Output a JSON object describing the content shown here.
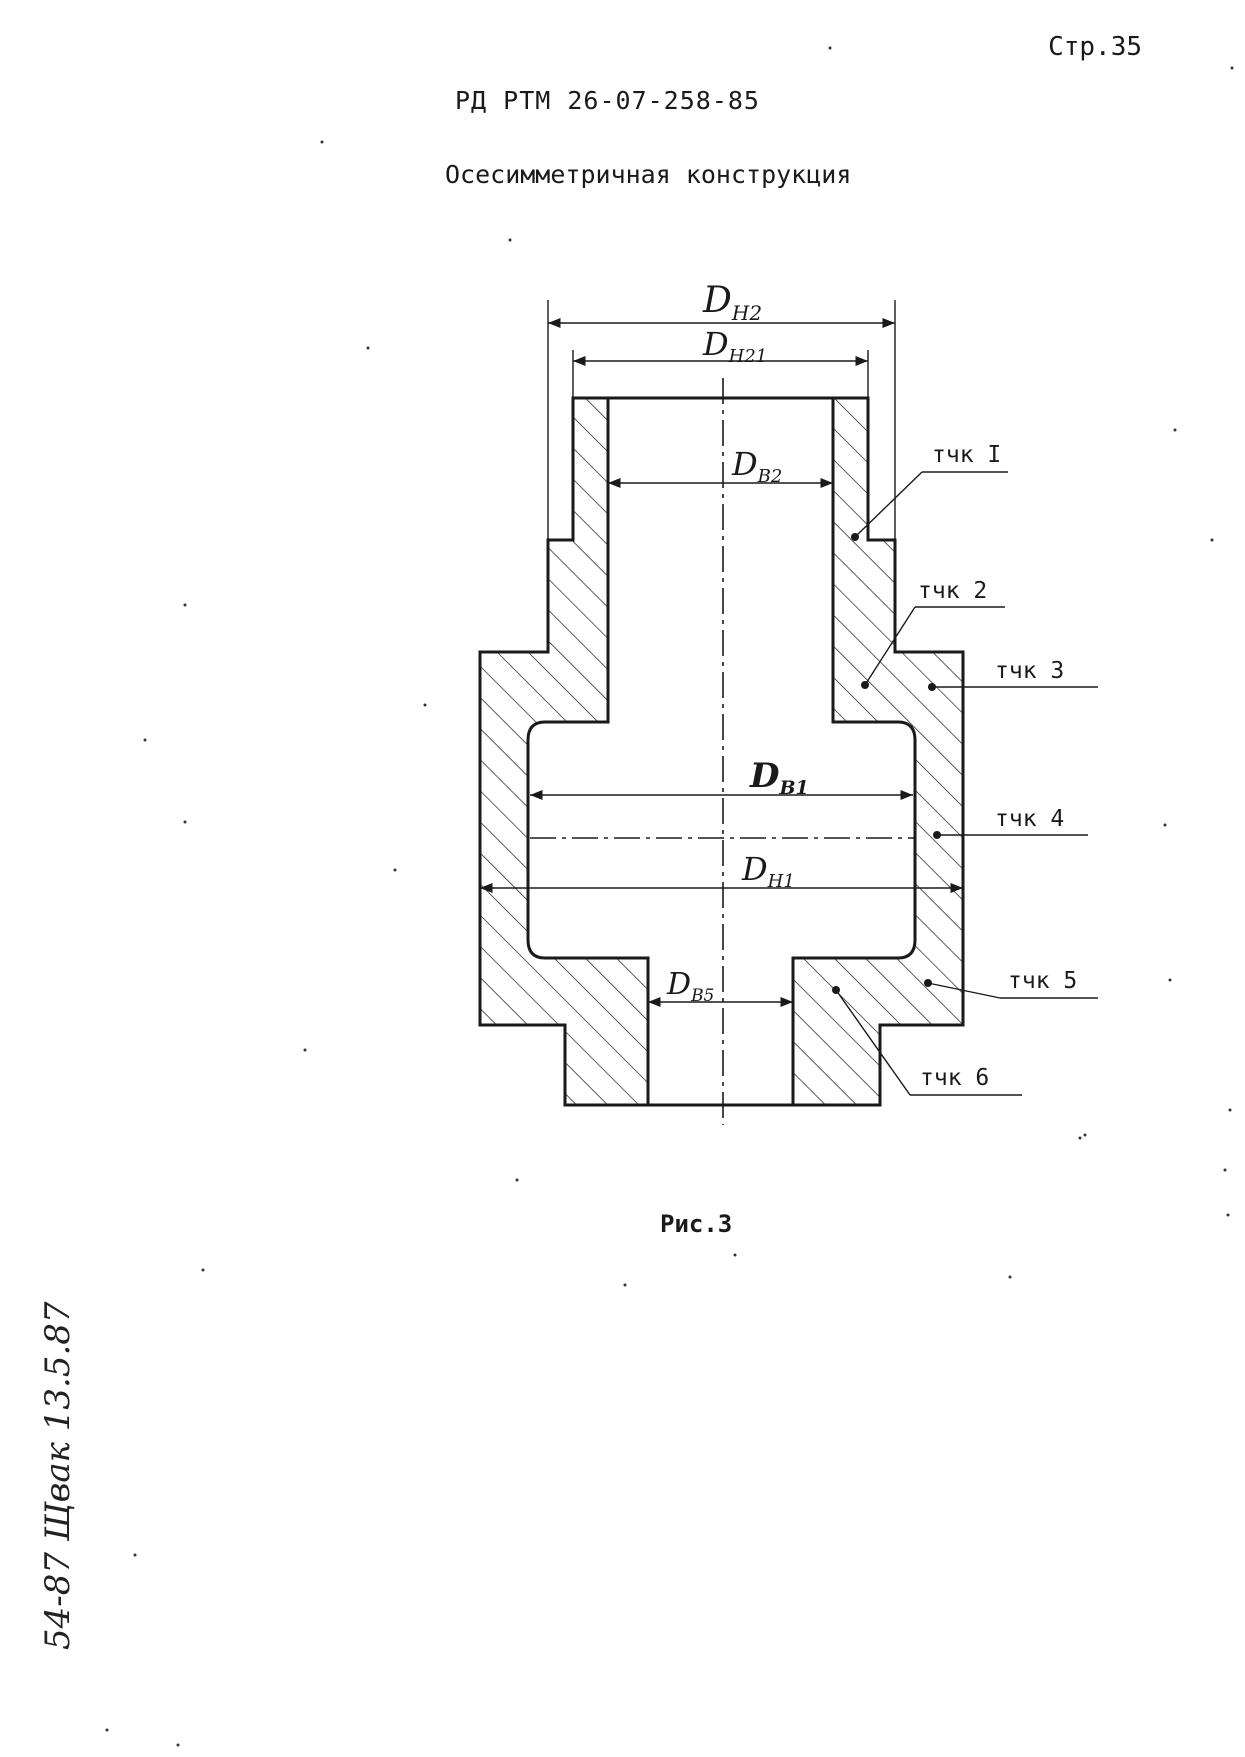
{
  "header": {
    "page_number": "Стр.35",
    "doc_code": "РД РТМ 26-07-258-85",
    "section_title": "Осесимметричная конструкция"
  },
  "figure": {
    "dimensions": {
      "dn2": "D",
      "dn2_sub": "H2",
      "dn21": "D",
      "dn21_sub": "H21",
      "dv2": "D",
      "dv2_sub": "B2",
      "dv1": "D",
      "dv1_sub": "B1",
      "dn1": "D",
      "dn1_sub": "H1",
      "dv5": "D",
      "dv5_sub": "B5"
    },
    "points": {
      "p1": "тчк I",
      "p2": "тчк 2",
      "p3": "тчк 3",
      "p4": "тчк 4",
      "p5": "тчк 5",
      "p6": "тчк 6"
    },
    "caption": "Рис.3"
  },
  "margin_note": "54-87 Щвак 13.5.87"
}
